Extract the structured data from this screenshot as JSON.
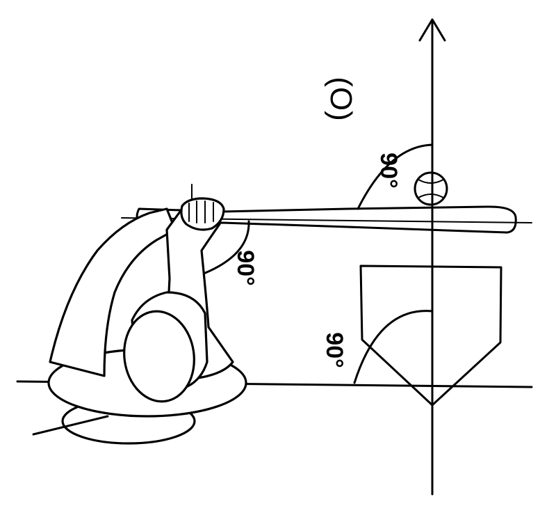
{
  "figure": {
    "marker_label": "(O)",
    "angle_labels": {
      "bat_to_vertical": "90°",
      "arm_to_bat": "90°",
      "plate_corner": "90°"
    },
    "colors": {
      "ink": "#000000",
      "paper": "#ffffff"
    },
    "icons": [
      "baseball-icon",
      "home-plate-icon",
      "up-arrow-icon"
    ]
  }
}
